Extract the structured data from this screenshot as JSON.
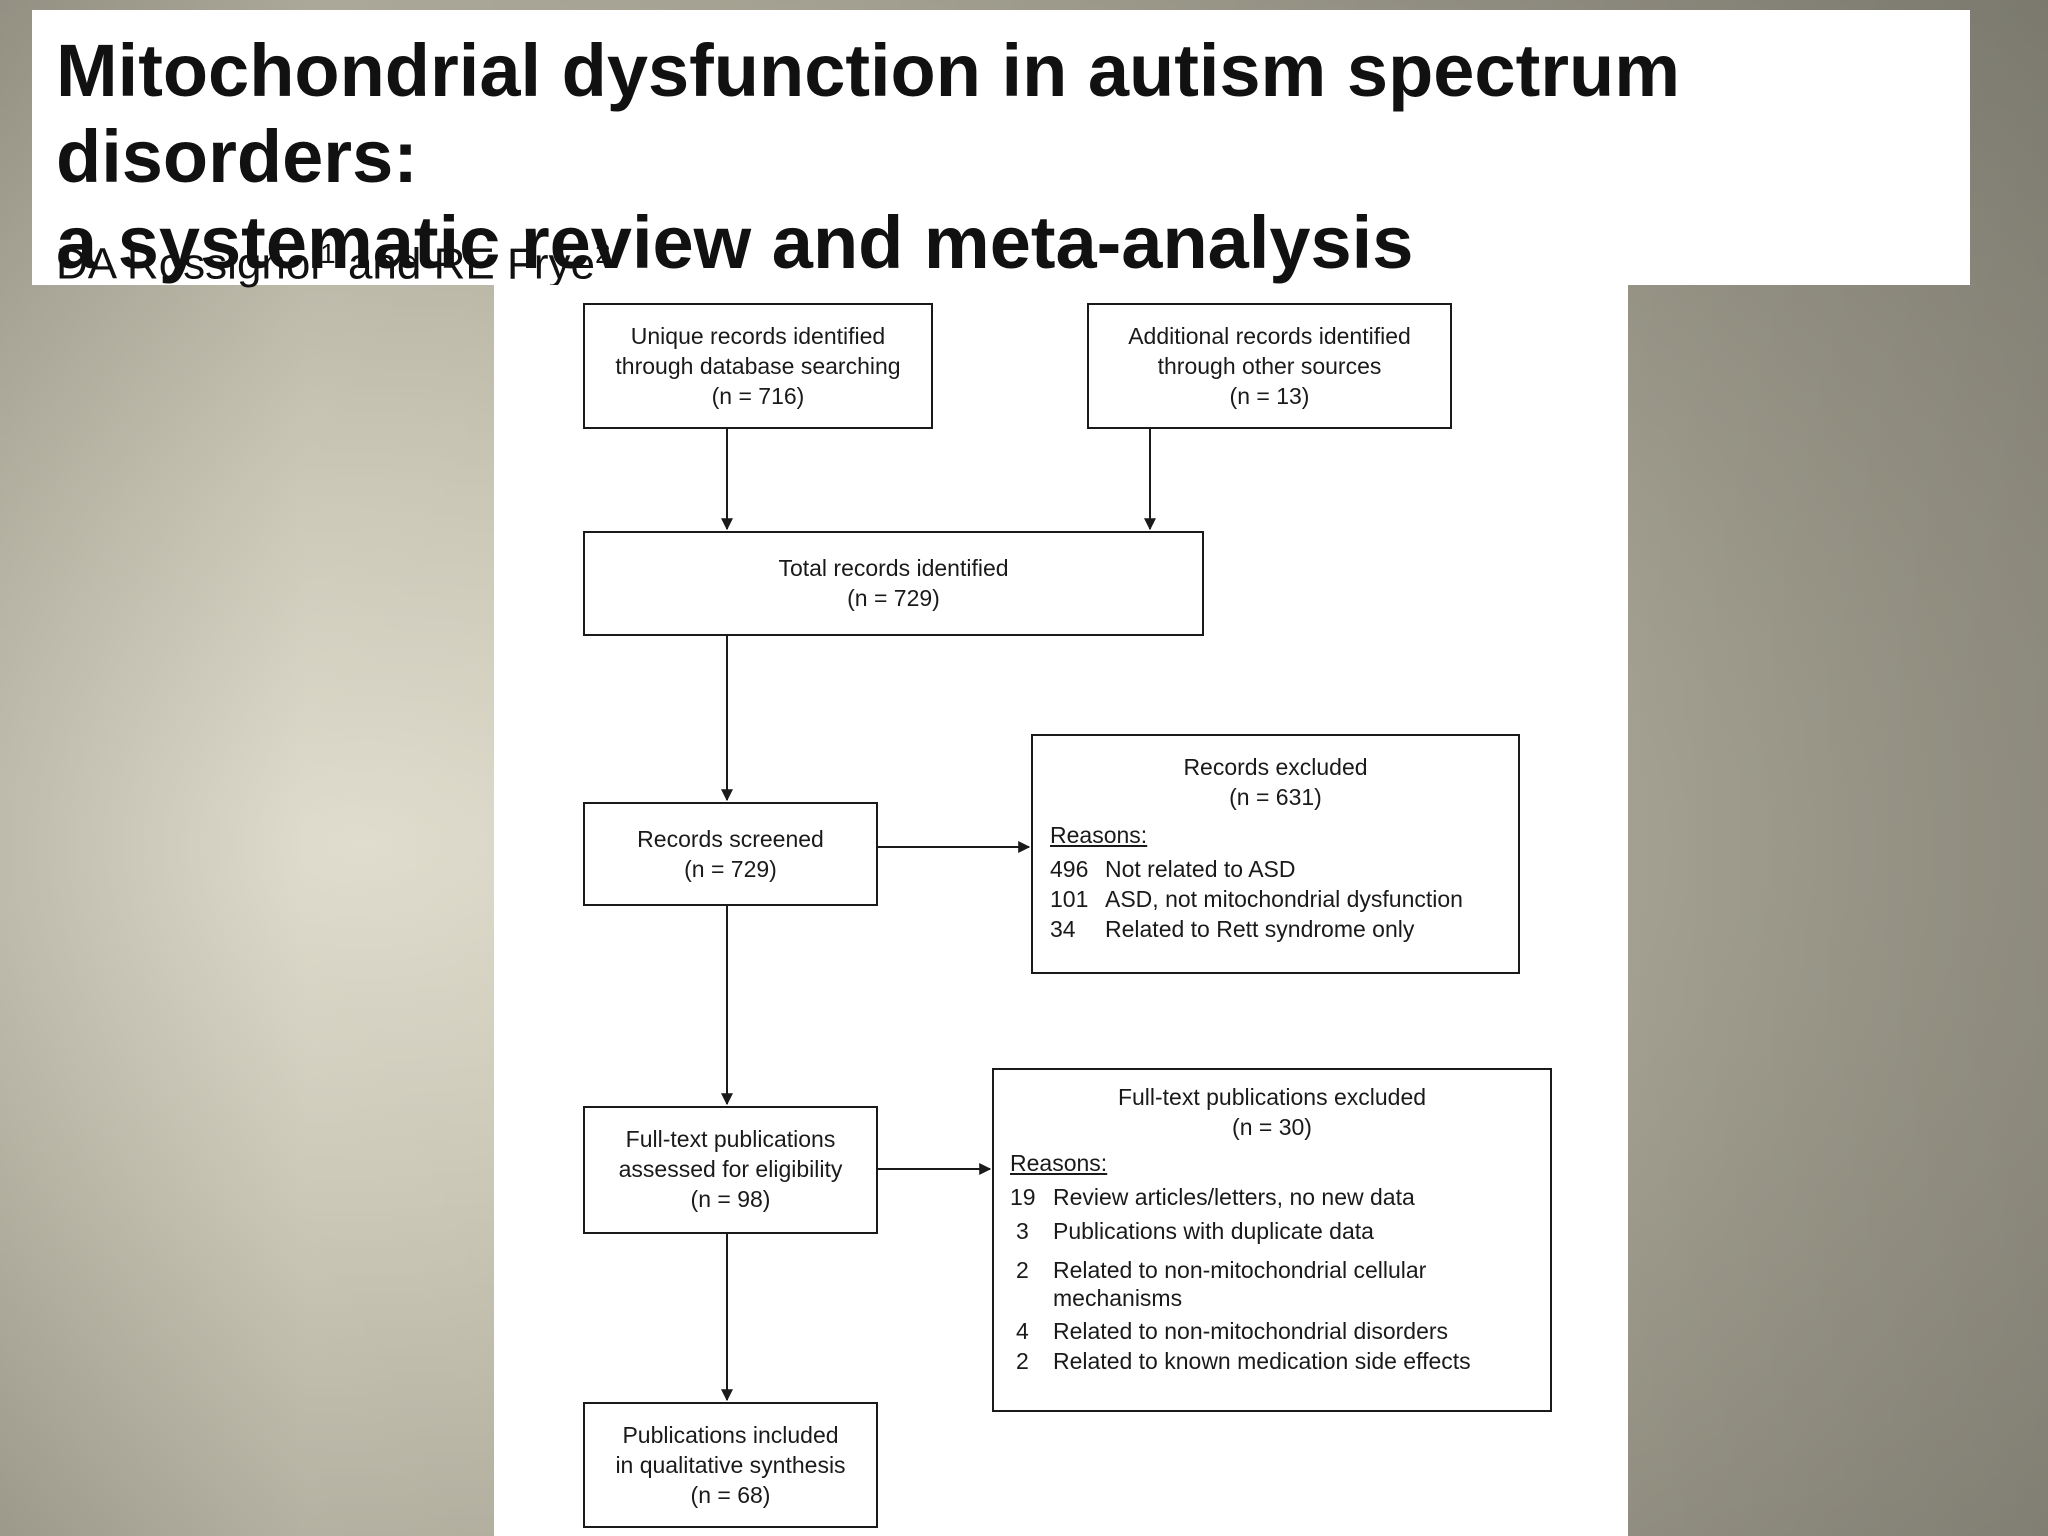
{
  "slide": {
    "title": "Mitochondrial dysfunction in autism spectrum disorders:\na systematic review and meta-analysis",
    "authors": {
      "author1": "DA Rossignol",
      "author1_sup": "1",
      "connector": " and ",
      "author2": "RE Frye",
      "author2_sup": "2"
    }
  },
  "flow": {
    "database": {
      "line1": "Unique records identified",
      "line2": "through database searching",
      "count": "(n = 716)"
    },
    "other": {
      "line1": "Additional records identified",
      "line2": "through other sources",
      "count": "(n = 13)"
    },
    "total": {
      "line1": "Total records identified",
      "count": "(n = 729)"
    },
    "screened": {
      "line1": "Records screened",
      "count": "(n = 729)"
    },
    "excluded": {
      "line1": "Records excluded",
      "count": "(n = 631)",
      "reasons_label": "Reasons:",
      "reasons": [
        {
          "num": "496",
          "text": "Not related to ASD"
        },
        {
          "num": "101",
          "text": "ASD, not mitochondrial dysfunction"
        },
        {
          "num": "34",
          "text": "Related to Rett syndrome only"
        }
      ]
    },
    "fulltext": {
      "line1": "Full-text publications",
      "line2": "assessed for eligibility",
      "count": "(n = 98)"
    },
    "fulltext_excluded": {
      "line1": "Full-text publications excluded",
      "count": "(n = 30)",
      "reasons_label": "Reasons:",
      "reasons": [
        {
          "num": "19",
          "text": "Review articles/letters, no new data"
        },
        {
          "num": "3",
          "text": "Publications with duplicate data"
        },
        {
          "num": "2",
          "text": "Related to non-mitochondrial cellular mechanisms"
        },
        {
          "num": "4",
          "text": "Related to non-mitochondrial disorders"
        },
        {
          "num": "2",
          "text": "Related to known medication side effects"
        }
      ]
    },
    "included": {
      "line1": "Publications included",
      "line2": "in qualitative synthesis",
      "count": "(n = 68)"
    }
  }
}
